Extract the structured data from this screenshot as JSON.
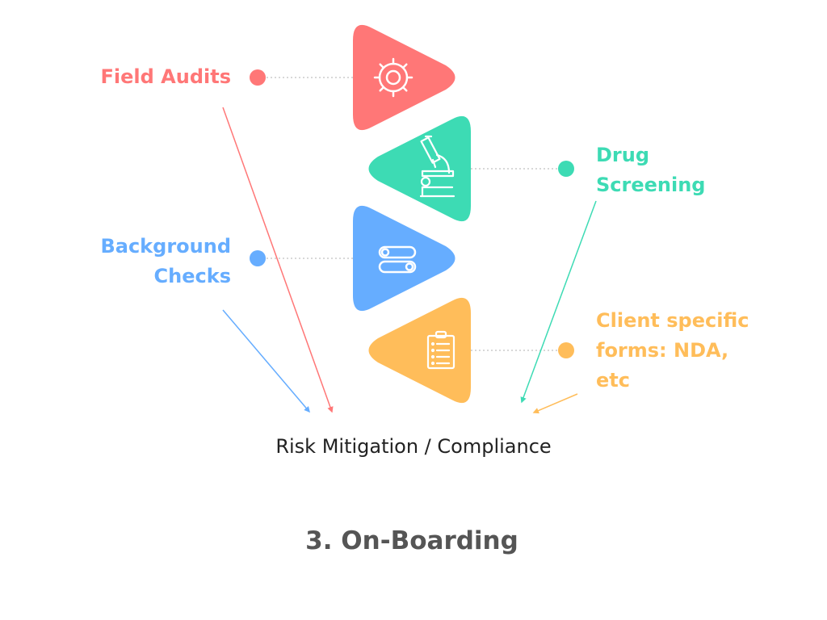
{
  "title": "3. On-Boarding",
  "caption": "Risk Mitigation / Compliance",
  "colors": {
    "red": "#ff7777",
    "green": "#3ddbb4",
    "blue": "#66adff",
    "orange": "#ffbd5a",
    "caption_text": "#222222",
    "title_text": "#555555"
  },
  "items": [
    {
      "id": "field-audits",
      "lines": [
        "Field Audits"
      ],
      "color": "#ff7777",
      "icon": "gear-icon"
    },
    {
      "id": "drug-screening",
      "lines": [
        "Drug",
        "Screening"
      ],
      "color": "#3ddbb4",
      "icon": "microscope-icon"
    },
    {
      "id": "background-checks",
      "lines": [
        "Background",
        "Checks"
      ],
      "color": "#66adff",
      "icon": "toggle-switches-icon"
    },
    {
      "id": "client-forms",
      "lines": [
        "Client specific",
        "forms: NDA,",
        "etc"
      ],
      "color": "#ffbd5a",
      "icon": "clipboard-icon"
    }
  ]
}
